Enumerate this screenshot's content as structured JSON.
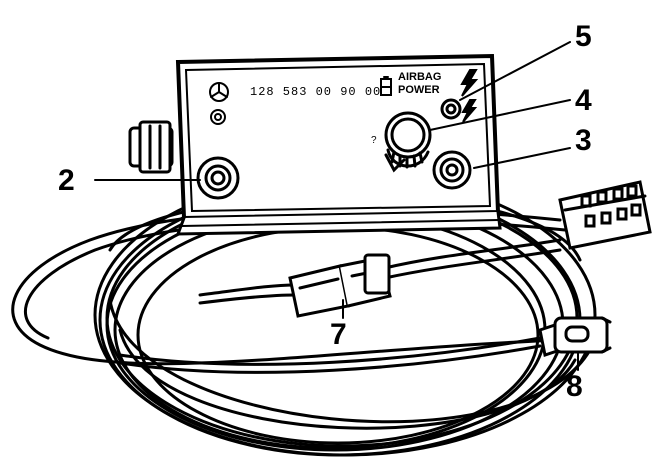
{
  "device": {
    "part_number": "128 583 00 90 00",
    "label_line1": "AIRBAG",
    "label_line2": "POWER",
    "dial_mark": "?"
  },
  "callouts": {
    "c2": "2",
    "c3": "3",
    "c4": "4",
    "c5": "5",
    "c7": "7",
    "c8": "8"
  },
  "colors": {
    "ink": "#000000",
    "paper": "#ffffff"
  }
}
